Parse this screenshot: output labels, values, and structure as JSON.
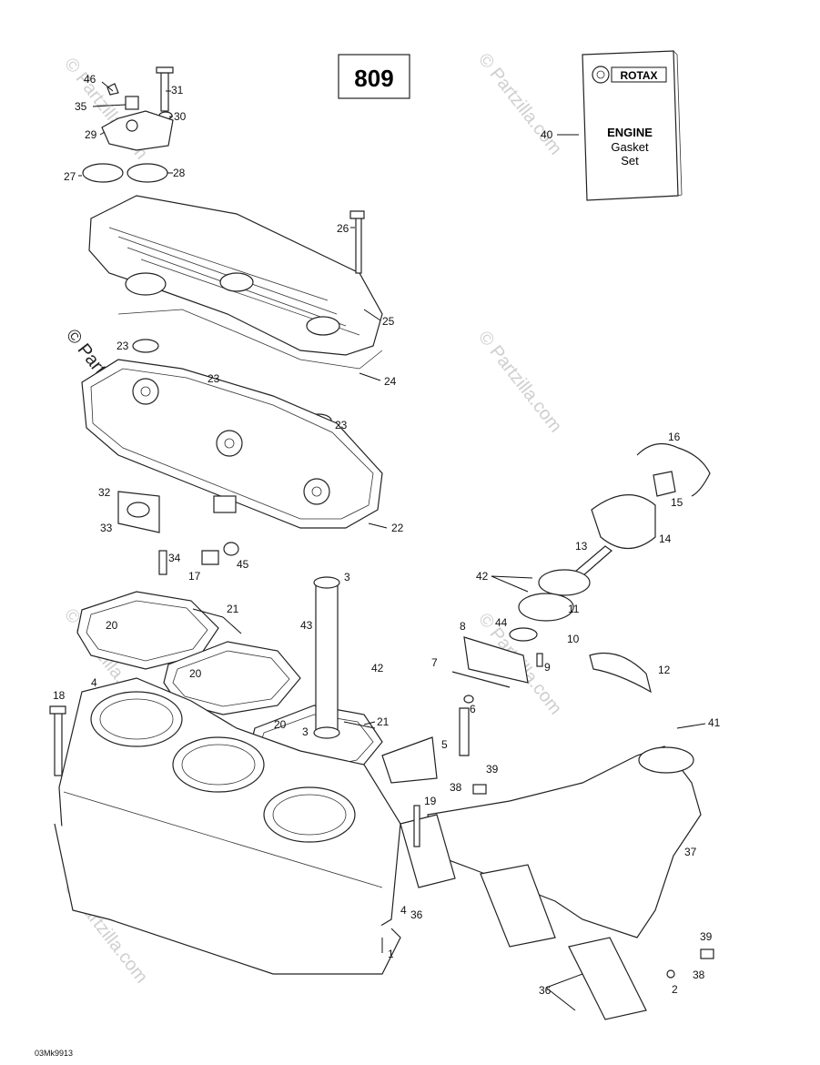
{
  "diagram_number": "809",
  "gasket_box": {
    "brand": "ROTAX",
    "line1": "ENGINE",
    "line2": "Gasket",
    "line3": "Set",
    "ref": "40"
  },
  "watermark": "© Partzilla.com",
  "footer_code": "03Mk9913",
  "callouts": [
    {
      "id": "c46",
      "text": "46"
    },
    {
      "id": "c31",
      "text": "31"
    },
    {
      "id": "c35",
      "text": "35"
    },
    {
      "id": "c30",
      "text": "30"
    },
    {
      "id": "c29",
      "text": "29"
    },
    {
      "id": "c27",
      "text": "27"
    },
    {
      "id": "c28",
      "text": "28"
    },
    {
      "id": "c26",
      "text": "26"
    },
    {
      "id": "c25",
      "text": "25"
    },
    {
      "id": "c23a",
      "text": "23"
    },
    {
      "id": "c23b",
      "text": "23"
    },
    {
      "id": "c23c",
      "text": "23"
    },
    {
      "id": "c24",
      "text": "24"
    },
    {
      "id": "c32",
      "text": "32"
    },
    {
      "id": "c33",
      "text": "33"
    },
    {
      "id": "c22",
      "text": "22"
    },
    {
      "id": "c34",
      "text": "34"
    },
    {
      "id": "c17",
      "text": "17"
    },
    {
      "id": "c45",
      "text": "45"
    },
    {
      "id": "c16",
      "text": "16"
    },
    {
      "id": "c15",
      "text": "15"
    },
    {
      "id": "c14",
      "text": "14"
    },
    {
      "id": "c13",
      "text": "13"
    },
    {
      "id": "c42a",
      "text": "42"
    },
    {
      "id": "c11",
      "text": "11"
    },
    {
      "id": "c3a",
      "text": "3"
    },
    {
      "id": "c21a",
      "text": "21"
    },
    {
      "id": "c20a",
      "text": "20"
    },
    {
      "id": "c43",
      "text": "43"
    },
    {
      "id": "c8",
      "text": "8"
    },
    {
      "id": "c44",
      "text": "44"
    },
    {
      "id": "c10",
      "text": "10"
    },
    {
      "id": "c12",
      "text": "12"
    },
    {
      "id": "c7",
      "text": "7"
    },
    {
      "id": "c9",
      "text": "9"
    },
    {
      "id": "c42b",
      "text": "42"
    },
    {
      "id": "c4a",
      "text": "4"
    },
    {
      "id": "c20b",
      "text": "20"
    },
    {
      "id": "c18",
      "text": "18"
    },
    {
      "id": "c6",
      "text": "6"
    },
    {
      "id": "c41",
      "text": "41"
    },
    {
      "id": "c20c",
      "text": "20"
    },
    {
      "id": "c3b",
      "text": "3"
    },
    {
      "id": "c21b",
      "text": "21"
    },
    {
      "id": "c5",
      "text": "5"
    },
    {
      "id": "c39a",
      "text": "39"
    },
    {
      "id": "c38a",
      "text": "38"
    },
    {
      "id": "c19",
      "text": "19"
    },
    {
      "id": "c37",
      "text": "37"
    },
    {
      "id": "c36a",
      "text": "36"
    },
    {
      "id": "c4b",
      "text": "4"
    },
    {
      "id": "c1",
      "text": "1"
    },
    {
      "id": "c39b",
      "text": "39"
    },
    {
      "id": "c38b",
      "text": "38"
    },
    {
      "id": "c2",
      "text": "2"
    },
    {
      "id": "c36b",
      "text": "36"
    }
  ]
}
